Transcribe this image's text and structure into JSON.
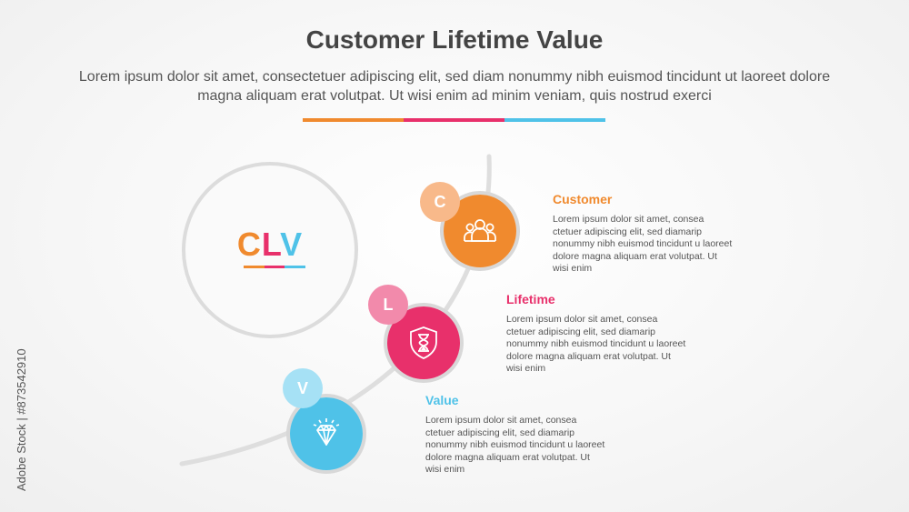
{
  "header": {
    "title": "Customer Lifetime Value",
    "subtitle": "Lorem ipsum dolor sit amet, consectetuer adipiscing elit, sed diam nonummy nibh euismod tincidunt ut laoreet dolore magna aliquam erat volutpat. Ut wisi enim ad minim veniam, quis nostrud exerci"
  },
  "center": {
    "letters": [
      "C",
      "L",
      "V"
    ]
  },
  "items": [
    {
      "letter": "C",
      "title": "Customer",
      "icon": "people-icon",
      "color": "#f08a2e",
      "badge_color": "#f8b98a",
      "description": "Lorem ipsum dolor sit amet, consea ctetuer adipiscing elit, sed diamarip nonummy nibh euismod tincidunt u laoreet dolore magna aliquam erat volutpat. Ut wisi enim"
    },
    {
      "letter": "L",
      "title": "Lifetime",
      "icon": "hourglass-shield-icon",
      "color": "#e8306b",
      "badge_color": "#f28aab",
      "description": "Lorem ipsum dolor sit amet, consea ctetuer adipiscing elit, sed diamarip nonummy nibh euismod tincidunt u laoreet dolore magna aliquam erat volutpat. Ut wisi enim"
    },
    {
      "letter": "V",
      "title": "Value",
      "icon": "diamond-icon",
      "color": "#4fc2e8",
      "badge_color": "#a6e1f5",
      "description": "Lorem ipsum dolor sit amet, consea ctetuer adipiscing elit, sed diamarip nonummy nibh euismod tincidunt u laoreet dolore magna aliquam erat volutpat. Ut wisi enim"
    }
  ],
  "watermark": {
    "side_text": "Adobe Stock | #873542910"
  }
}
